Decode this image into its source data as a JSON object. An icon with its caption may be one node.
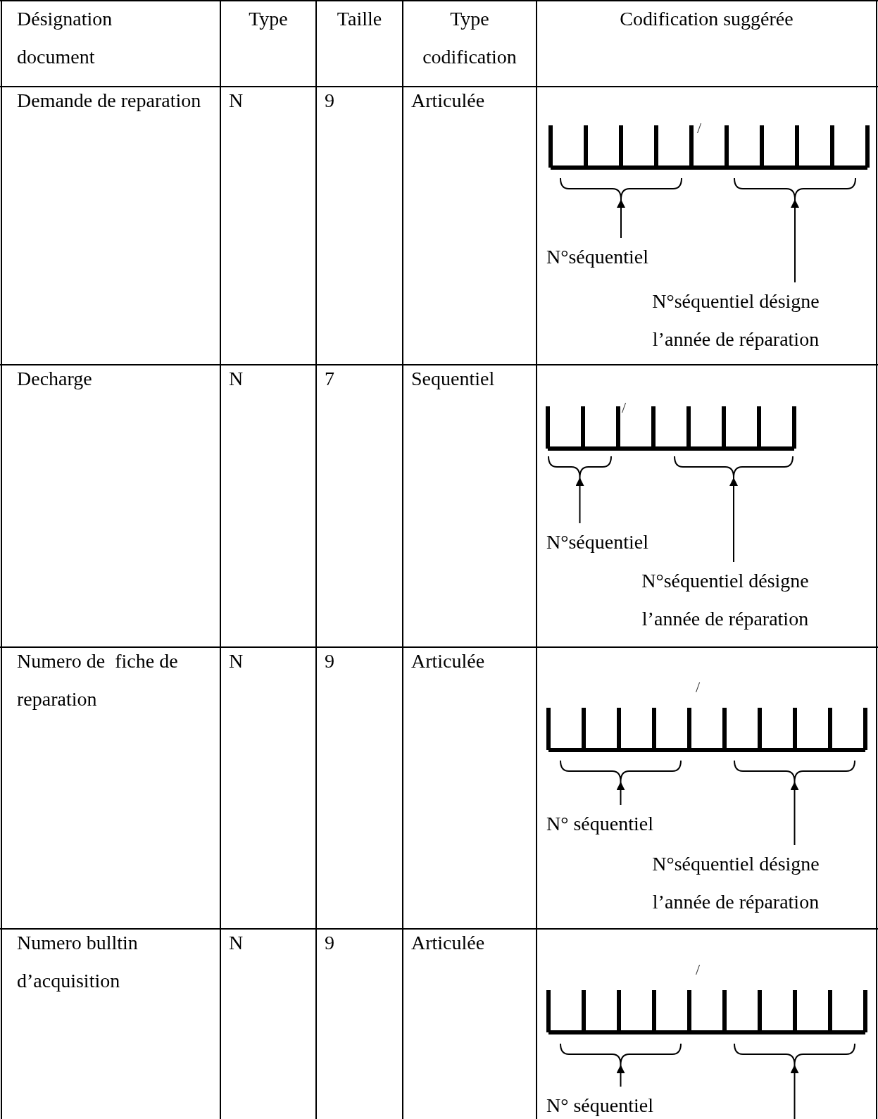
{
  "diagram": {
    "nodes": [
      {
        "text": [],
        "shape": "brace"
      },
      {
        "text": [],
        "shape": "brace"
      },
      {
        "text": [
          "N°séquentiel"
        ]
      },
      {
        "text": [
          "N°séquentiel désigne l’année de réparation"
        ]
      },
      {
        "text": [],
        "shape": "brace"
      },
      {
        "text": [],
        "shape": "brace"
      },
      {
        "text": [
          "N°séquentiel"
        ]
      },
      {
        "text": [
          "N°séquentiel désigne l’année de réparation"
        ]
      },
      {
        "text": [],
        "shape": "brace"
      },
      {
        "text": [],
        "shape": "brace"
      },
      {
        "text": [
          "N° séquentiel"
        ]
      },
      {
        "text": [
          "N°séquentiel désigne l’année de réparation"
        ]
      },
      {
        "text": [],
        "shape": "brace"
      },
      {
        "text": [],
        "shape": "brace"
      },
      {
        "text": [
          "N° séquentiel"
        ]
      }
    ],
    "edges": [
      {
        "from": 2,
        "to": 0,
        "arrow": "to"
      },
      {
        "from": 3,
        "to": 1,
        "arrow": "to"
      },
      {
        "from": 6,
        "to": 4,
        "arrow": "to"
      },
      {
        "from": 7,
        "to": 5,
        "arrow": "to"
      },
      {
        "from": 10,
        "to": 8,
        "arrow": "to"
      },
      {
        "from": 11,
        "to": 9,
        "arrow": "to"
      },
      {
        "from": 14,
        "to": 12,
        "arrow": "to"
      },
      {
        "from": null,
        "to": 13,
        "arrow": "to"
      }
    ],
    "labels": [
      "Désignation document",
      "Type",
      "Taille",
      "Type codification",
      "Codification suggérée",
      "Demande de reparation",
      "N",
      "9",
      "Articulée",
      "/",
      "Decharge",
      "N",
      "7",
      "Sequentiel",
      "/",
      "Numero de  fiche de reparation",
      "N",
      "9",
      "Articulée",
      "/",
      "Numero bulltin d’acquisition",
      "N",
      "9",
      "Articulée",
      "/"
    ]
  }
}
